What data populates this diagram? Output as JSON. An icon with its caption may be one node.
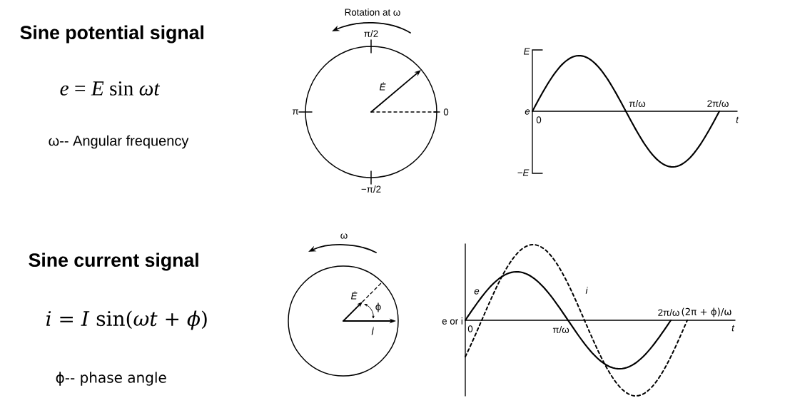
{
  "diagram": {
    "labels": [
      "Sine potential signal",
      "*e* = *E* sin *ωt*",
      "ω-- Angular frequency",
      "Sine current signal",
      "*i* = *I* sin(*ωt* + *ϕ*)",
      "ϕ-- phase angle",
      "Rotation at ω",
      "π/2",
      "π",
      "0",
      "−π/2",
      "Ė",
      "E",
      "e",
      "0",
      "π/ω",
      "2π/ω",
      "t",
      "−E",
      "ω",
      "Ė",
      "ϕ",
      "İ",
      "e",
      "i",
      "e or i",
      "0",
      "π/ω",
      "2π/ω",
      "(2π + ϕ)/ω",
      "t"
    ]
  }
}
